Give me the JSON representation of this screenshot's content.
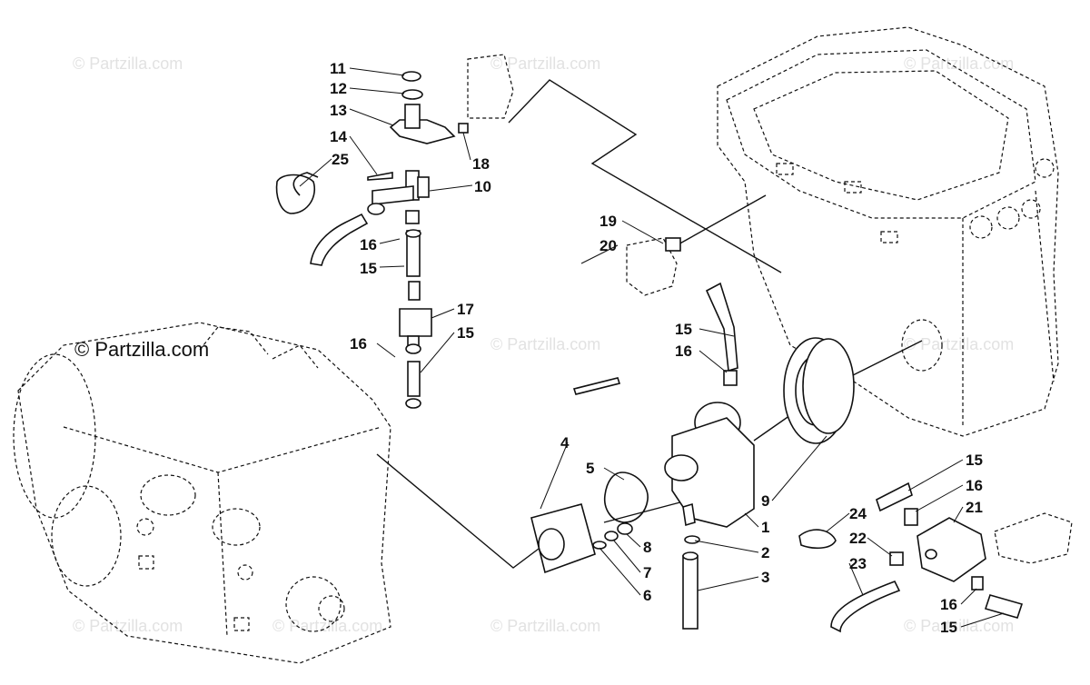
{
  "watermarks": [
    "© Partzilla.com",
    "© Partzilla.com",
    "© Partzilla.com",
    "© Partzilla.com",
    "© Partzilla.com",
    "© Partzilla.com",
    "© Partzilla.com",
    "© Partzilla.com",
    "© Partzilla.com",
    "© Partzilla.com"
  ],
  "callouts": [
    "11",
    "12",
    "13",
    "14",
    "25",
    "18",
    "10",
    "16",
    "15",
    "17",
    "16",
    "15",
    "19",
    "20",
    "15",
    "16",
    "4",
    "5",
    "8",
    "7",
    "6",
    "1",
    "2",
    "3",
    "9",
    "15",
    "16",
    "21",
    "24",
    "22",
    "23",
    "16",
    "15"
  ]
}
